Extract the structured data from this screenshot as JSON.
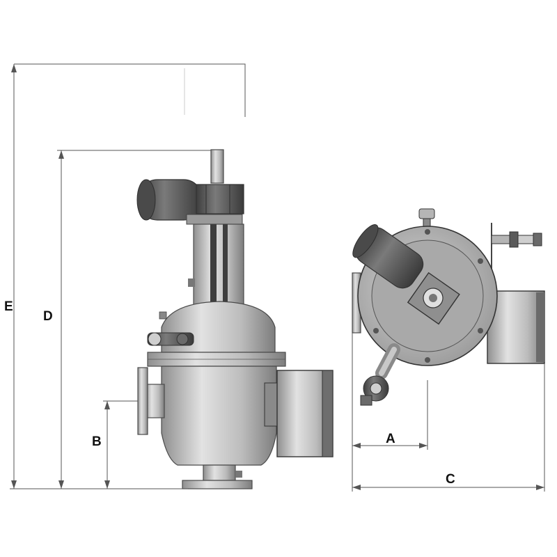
{
  "dimensions": {
    "a": "A",
    "b": "B",
    "c": "C",
    "d": "D",
    "e": "E"
  },
  "colors": {
    "body_metal": "#bdbdbd",
    "body_dark": "#5a5a5a",
    "dimension_line": "#555555",
    "label_text": "#111111"
  }
}
